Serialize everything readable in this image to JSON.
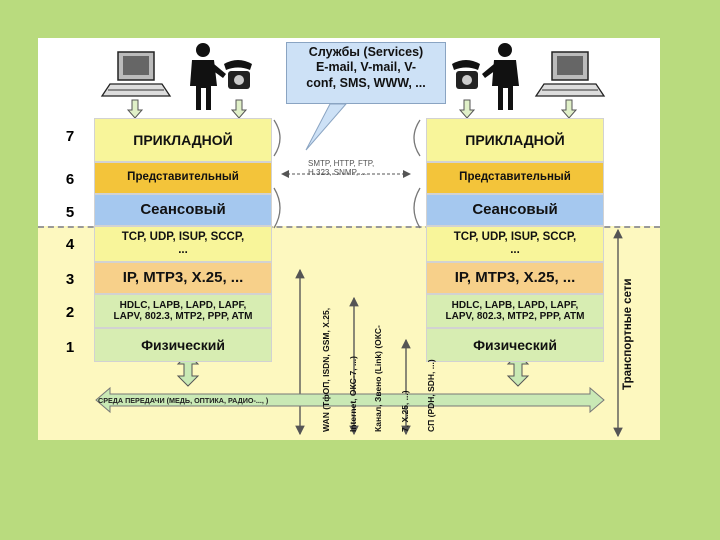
{
  "services_callout": {
    "lines": [
      "Службы (Services)",
      "E-mail, V-mail, V-",
      "conf, SMS, WWW, ..."
    ]
  },
  "layer_numbers": [
    "7",
    "6",
    "5",
    "4",
    "3",
    "2",
    "1"
  ],
  "left_stack": [
    {
      "level": "7",
      "lines": [
        "ПРИКЛАДНОЙ"
      ]
    },
    {
      "level": "6",
      "lines": [
        "Представительный"
      ]
    },
    {
      "level": "5",
      "lines": [
        "Сеансовый"
      ]
    },
    {
      "level": "4",
      "lines": [
        "TCP, UDP, ISUP, SCCP,",
        "..."
      ]
    },
    {
      "level": "3",
      "lines": [
        "IP, MTP3, X.25, ..."
      ]
    },
    {
      "level": "2",
      "lines": [
        "HDLC, LAPB, LAPD, LAPF,",
        "LAPV, 802.3, MTP2, PPP, ATM"
      ]
    },
    {
      "level": "1",
      "lines": [
        "Физический"
      ]
    }
  ],
  "right_stack": [
    {
      "level": "7",
      "lines": [
        "ПРИКЛАДНОЙ"
      ]
    },
    {
      "level": "6",
      "lines": [
        "Представительный"
      ]
    },
    {
      "level": "5",
      "lines": [
        "Сеансовый"
      ]
    },
    {
      "level": "4",
      "lines": [
        "TCP, UDP, ISUP, SCCP,",
        "..."
      ]
    },
    {
      "level": "3",
      "lines": [
        "IP, MTP3, X.25, ..."
      ]
    },
    {
      "level": "2",
      "lines": [
        "HDLC, LAPB, LAPD, LAPF,",
        "LAPV, 802.3, MTP2, PPP, ATM"
      ]
    },
    {
      "level": "1",
      "lines": [
        "Физический"
      ]
    }
  ],
  "application_protocols": {
    "lines": [
      "SMTP, HTTP, FTP,",
      "H.323, SNMP, ..."
    ]
  },
  "vertical_labels": {
    "wan": {
      "lines": [
        "WAN (ТфОП, ISDN, GSM, X.25,",
        "Internet, ОКС-7, ...)"
      ]
    },
    "link": {
      "lines": [
        "Канал, Звено (Link) (ОКС-",
        "7, X.25, ...)"
      ]
    },
    "sp": {
      "lines": [
        "СП (PDH, SDH, ...)"
      ]
    }
  },
  "medium_label": "СРЕДА ПЕРЕДАЧИ (МЕДЬ, ОПТИКА, РАДИО-..., )",
  "transport_label": "Транспортные сети",
  "colors": {
    "background": "#b9db7e",
    "application": "#f8f59a",
    "presentation": "#f3c43a",
    "session": "#a5c8ef",
    "network": "#f7d08a",
    "datalink_physical": "#d7edb2",
    "transport_zone": "#fdf8bf",
    "callout": "#cde1f6",
    "arrow": "#c9e9b5"
  },
  "icons": [
    "computer-icon",
    "person-icon",
    "telephone-icon"
  ]
}
